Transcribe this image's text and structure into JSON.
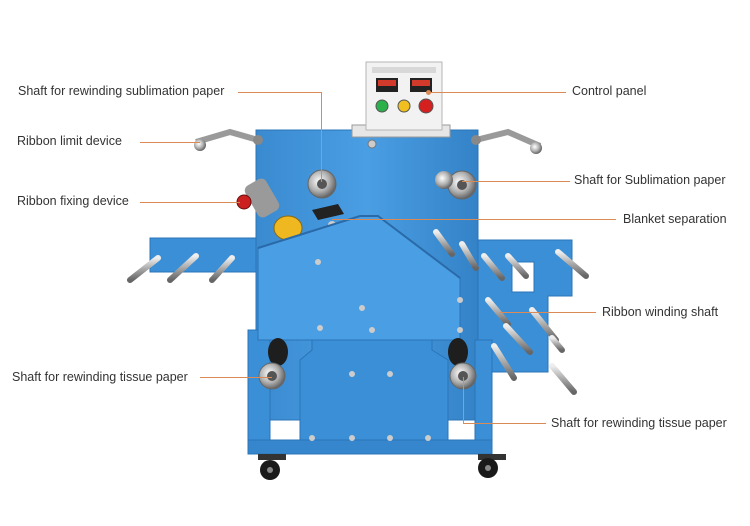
{
  "labels": {
    "shaft_rewinding_sublimation": "Shaft for rewinding sublimation paper",
    "control_panel": "Control panel",
    "ribbon_limit_device": "Ribbon limit device",
    "shaft_sublimation": "Shaft for Sublimation paper",
    "ribbon_fixing_device": "Ribbon fixing device",
    "blanket_separation": "Blanket separation",
    "ribbon_winding_shaft": "Ribbon winding shaft",
    "shaft_rewinding_tissue_left": "Shaft for rewinding tissue paper",
    "shaft_rewinding_tissue_right": "Shaft for rewinding tissue paper"
  },
  "colors": {
    "machine_blue": "#3b8fd6",
    "machine_dark_blue": "#2b74b8",
    "leader_line": "#d98a55",
    "label_text": "#333333"
  },
  "control_panel_buttons": [
    "green-button",
    "yellow-button",
    "red-button"
  ]
}
